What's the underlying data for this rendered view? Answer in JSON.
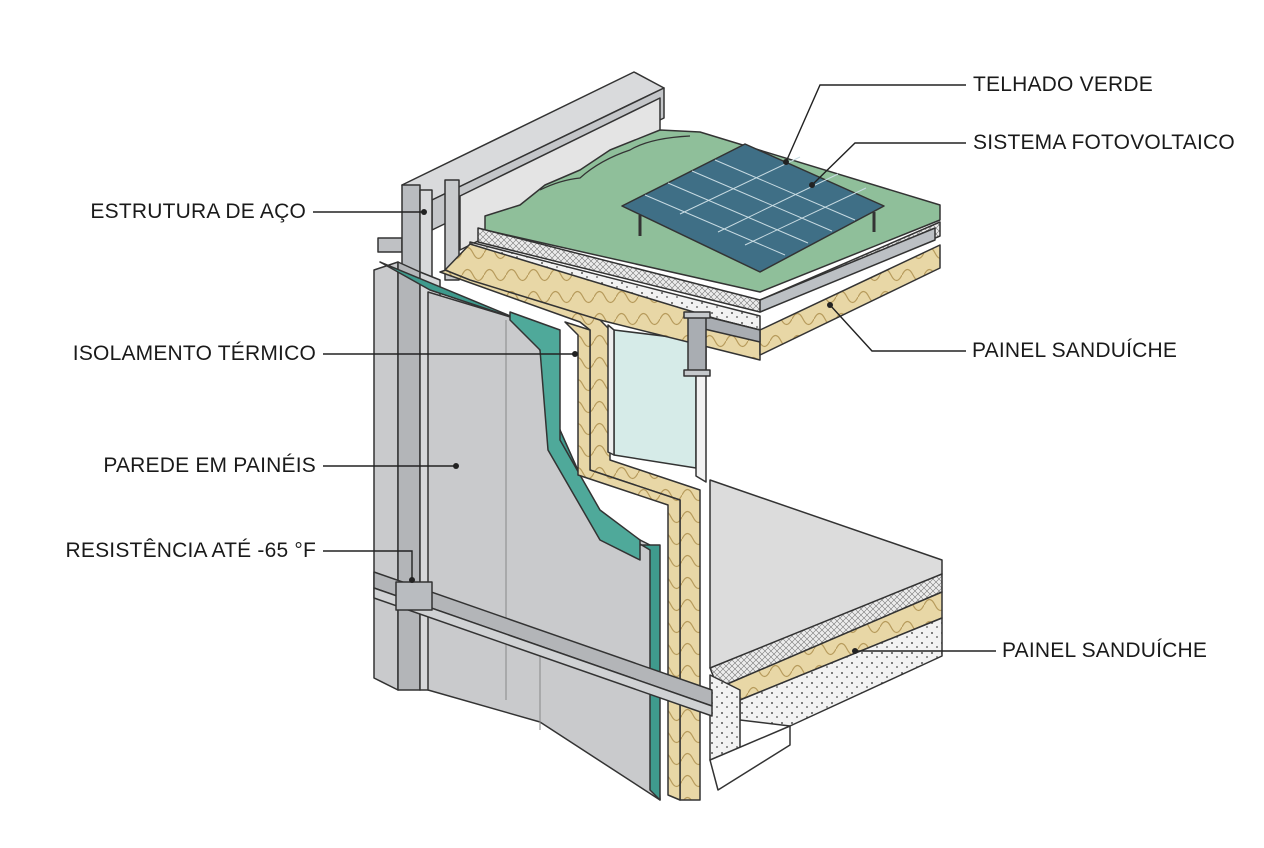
{
  "labels": {
    "telhado_verde": "TELHADO VERDE",
    "sistema_fotovoltaico": "SISTEMA FOTOVOLTAICO",
    "estrutura_aco": "ESTRUTURA DE AÇO",
    "isolamento_termico": "ISOLAMENTO TÉRMICO",
    "painel_sanduiche_roof": "PAINEL SANDUÍCHE",
    "parede_paineis": "PAREDE EM PAINÉIS",
    "resistencia": "RESISTÊNCIA ATÉ -65 °F",
    "painel_sanduiche_floor": "PAINEL SANDUÍCHE"
  },
  "colors": {
    "green_roof": "#8fbf9a",
    "insulation": "#e8d7a6",
    "teal_membrane": "#3f9a8d",
    "panel_grey": "#c9cacc",
    "steel": "#a9adb2",
    "solar_blue": "#3f6f86",
    "glass": "#d6ebe8",
    "slab": "#dcdcdc"
  }
}
